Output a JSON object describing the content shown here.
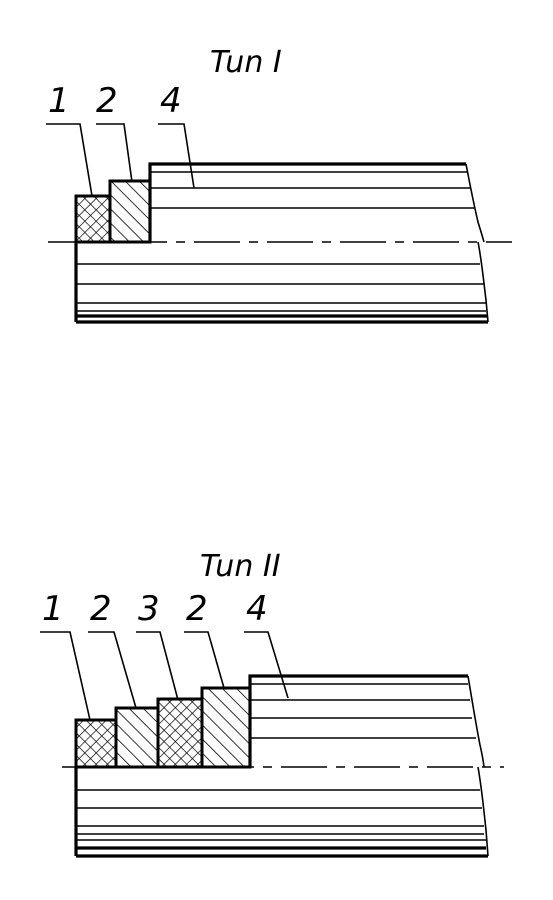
{
  "figures": [
    {
      "title": "Tun I",
      "labels": [
        "1",
        "2",
        "4"
      ],
      "layers": [
        {
          "label": "1",
          "hatch": "cross"
        },
        {
          "label": "2",
          "hatch": "diagonal"
        },
        {
          "label": "4",
          "hatch": "none"
        }
      ]
    },
    {
      "title": "Tun II",
      "labels": [
        "1",
        "2",
        "3",
        "2",
        "4"
      ],
      "layers": [
        {
          "label": "1",
          "hatch": "cross"
        },
        {
          "label": "2",
          "hatch": "diagonal"
        },
        {
          "label": "3",
          "hatch": "cross"
        },
        {
          "label": "2",
          "hatch": "diagonal"
        },
        {
          "label": "4",
          "hatch": "none"
        }
      ]
    }
  ]
}
